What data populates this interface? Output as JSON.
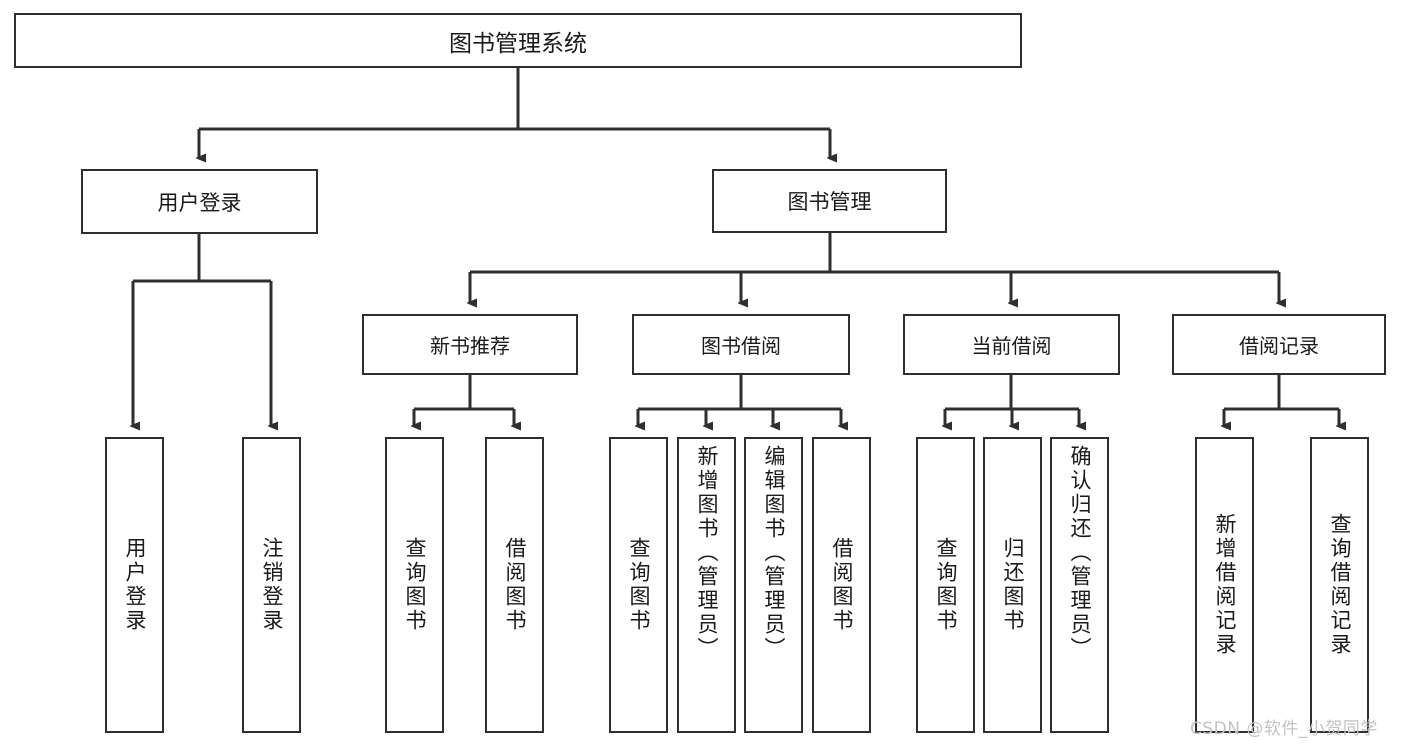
{
  "diagram": {
    "title": "图书管理系统",
    "type": "functional-structure-tree",
    "root": {
      "label": "图书管理系统"
    },
    "level2": [
      {
        "label": "用户登录"
      },
      {
        "label": "图书管理"
      }
    ],
    "level3": [
      {
        "label": "新书推荐"
      },
      {
        "label": "图书借阅"
      },
      {
        "label": "当前借阅"
      },
      {
        "label": "借阅记录"
      }
    ],
    "leaves": {
      "user_login": [
        {
          "label": "用户登录"
        },
        {
          "label": "注销登录"
        }
      ],
      "new_book": [
        {
          "label": "查询图书"
        },
        {
          "label": "借阅图书"
        }
      ],
      "book_borrow": [
        {
          "label": "查询图书"
        },
        {
          "label": "新增图书（管理员）"
        },
        {
          "label": "编辑图书（管理员）"
        },
        {
          "label": "借阅图书"
        }
      ],
      "current_borrow": [
        {
          "label": "查询图书"
        },
        {
          "label": "归还图书"
        },
        {
          "label": "确认归还（管理员）"
        }
      ],
      "borrow_record": [
        {
          "label": "新增借阅记录"
        },
        {
          "label": "查询借阅记录"
        }
      ]
    }
  },
  "watermark": {
    "text": "CSDN @软件_小贺同学"
  },
  "colors": {
    "stroke": "#2f2f2f",
    "text": "#1a1a1a",
    "background": "#ffffff",
    "watermark": "#c3c3c3"
  }
}
